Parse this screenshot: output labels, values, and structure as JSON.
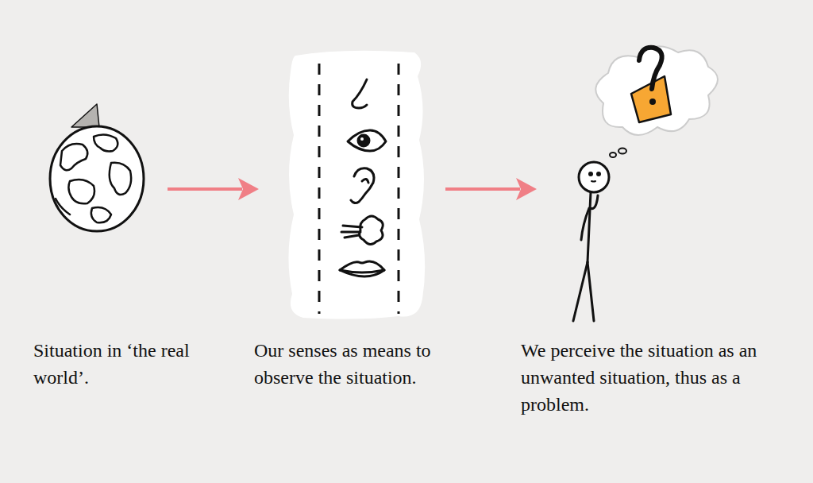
{
  "diagram": {
    "labels": [
      "Situation in ‘the real world’.",
      "Our senses as means to observe the situation.",
      "We perceive the situation as an unwanted situation, thus as a problem."
    ]
  }
}
